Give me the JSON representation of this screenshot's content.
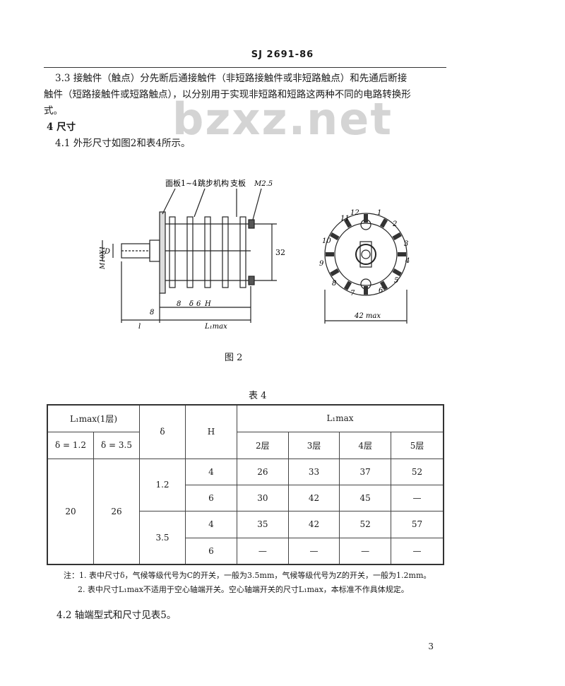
{
  "header": {
    "code": "SJ 2691-86"
  },
  "para_3_3": {
    "line1": "3.3  接触件（触点）分先断后通接触件（非短路接触件或非短路触点）和先通后断接",
    "line2": "触件（短路接触件或短路触点），以分别用于实现非短路和短路这两种不同的电路转换形",
    "line3": "式。"
  },
  "section_4": "4  尺寸",
  "para_4_1": "4.1  外形尺寸如图2和表4所示。",
  "watermark": "bzxz.net",
  "figure": {
    "caption": "图  2",
    "side_labels": {
      "panel": "面板1~4",
      "mechanism": "跳步机构",
      "bracket": "支板",
      "screw": "M2.5",
      "d": "D",
      "thread": "M10X1",
      "dim32": "32",
      "dim8a": "8",
      "dim8b": "8",
      "dim6": "6",
      "delta": "δ",
      "h": "H",
      "l": "l",
      "lmax": "L₁max"
    },
    "front_labels": {
      "n1": "1",
      "n2": "2",
      "n3": "3",
      "n4": "4",
      "n5": "5",
      "n6": "6",
      "n7": "7",
      "n8": "8",
      "n9": "9",
      "n10": "10",
      "n11": "11",
      "n12": "12",
      "dim42": "42 max"
    }
  },
  "table4": {
    "title": "表 4",
    "h_l1_1layer": "L₁max(1层)",
    "h_delta": "δ",
    "h_H": "H",
    "h_l1": "L₁max",
    "h_d12": "δ = 1.2",
    "h_d35": "δ = 3.5",
    "layers": [
      "2层",
      "3层",
      "4层",
      "5层"
    ],
    "v20": "20",
    "v26": "26",
    "delta_a": "1.2",
    "delta_b": "3.5",
    "rows": [
      {
        "H": "4",
        "vals": [
          "26",
          "33",
          "37",
          "52"
        ]
      },
      {
        "H": "6",
        "vals": [
          "30",
          "42",
          "45",
          "—"
        ]
      },
      {
        "H": "4",
        "vals": [
          "35",
          "42",
          "52",
          "57"
        ]
      },
      {
        "H": "6",
        "vals": [
          "—",
          "—",
          "—",
          "—"
        ]
      }
    ]
  },
  "notes": {
    "n1": "注：1. 表中尺寸δ，气候等级代号为C的开关，一般为3.5mm，气候等级代号为Z的开关，一般为1.2mm。",
    "n2": "2. 表中尺寸L₁max不适用于空心轴端开关。空心轴端开关的尺寸L₁max，本标准不作具体规定。"
  },
  "para_4_2": "4.2  轴端型式和尺寸见表5。",
  "page_number": "3"
}
